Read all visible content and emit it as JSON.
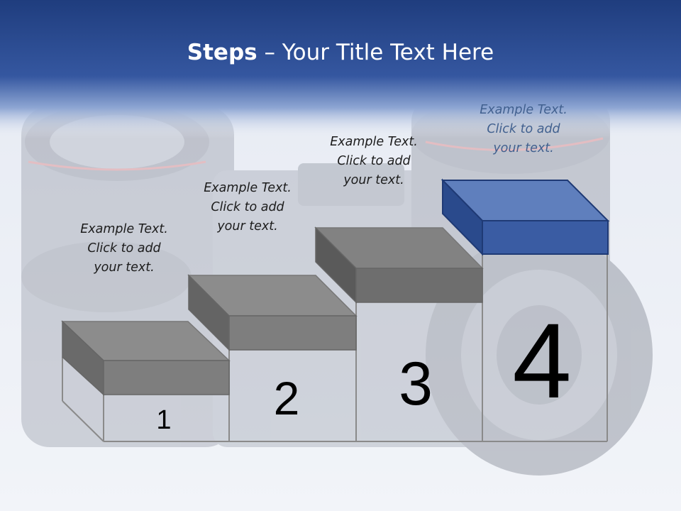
{
  "title": {
    "bold": "Steps",
    "rest": " – Your Title Text Here"
  },
  "colors": {
    "header": "#2f4f93",
    "step_gray": "#8a8a8a",
    "step_blue": "#3c5fa5"
  },
  "steps": [
    {
      "number": "1",
      "label": [
        "Example Text.",
        "Click  to add",
        "your text."
      ]
    },
    {
      "number": "2",
      "label": [
        "Example Text.",
        "Click  to add",
        "your text."
      ]
    },
    {
      "number": "3",
      "label": [
        "Example Text.",
        "Click  to add",
        "your text."
      ]
    },
    {
      "number": "4",
      "label": [
        "Example Text.",
        "Click  to add",
        "your text."
      ]
    }
  ]
}
